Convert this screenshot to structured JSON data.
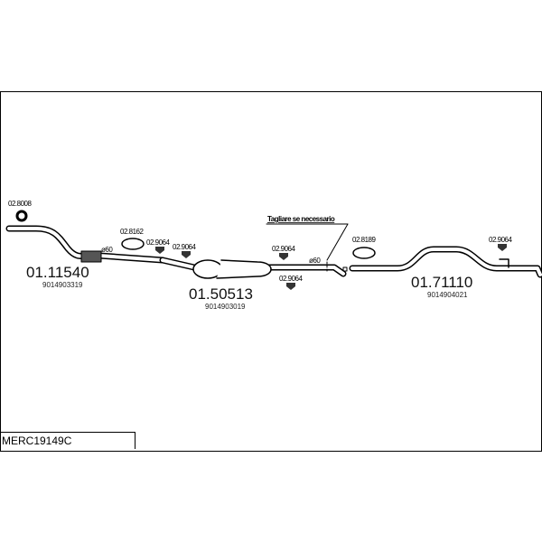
{
  "model_code": "MERC19149C",
  "note": "Tagliare se necessario",
  "diameter_labels": [
    "ø60",
    "ø60"
  ],
  "parts": [
    {
      "number": "01.11540",
      "oe": "9014903319"
    },
    {
      "number": "01.50513",
      "oe": "9014903019"
    },
    {
      "number": "01.71110",
      "oe": "9014904021"
    }
  ],
  "accessories": [
    "02.8008",
    "02.8162",
    "02.9064",
    "02.9064",
    "02.9064",
    "02.9064",
    "02.8189",
    "02.9064"
  ]
}
